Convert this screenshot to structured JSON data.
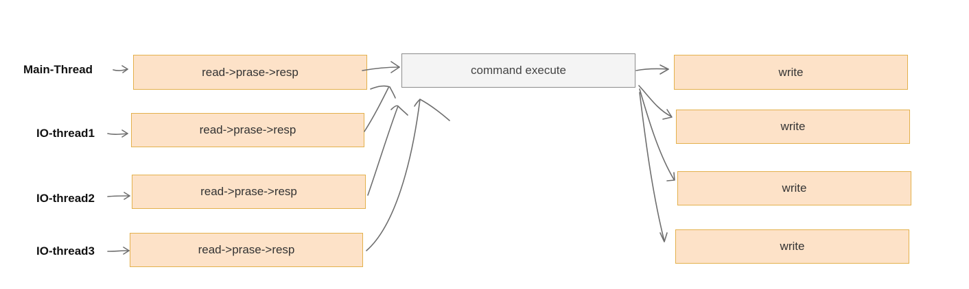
{
  "threads": [
    {
      "label": "Main-Thread",
      "stage": "read->prase->resp"
    },
    {
      "label": "IO-thread1",
      "stage": "read->prase->resp"
    },
    {
      "label": "IO-thread2",
      "stage": "read->prase->resp"
    },
    {
      "label": "IO-thread3",
      "stage": "read->prase->resp"
    }
  ],
  "execute": {
    "label": "command execute"
  },
  "writes": [
    {
      "label": "write"
    },
    {
      "label": "write"
    },
    {
      "label": "write"
    },
    {
      "label": "write"
    }
  ],
  "colors": {
    "stage_fill": "#fde2c8",
    "stage_border": "#e3b04b",
    "exec_fill": "#f4f4f4",
    "exec_border": "#8a8a8a",
    "arrow": "#6e6e6e"
  }
}
